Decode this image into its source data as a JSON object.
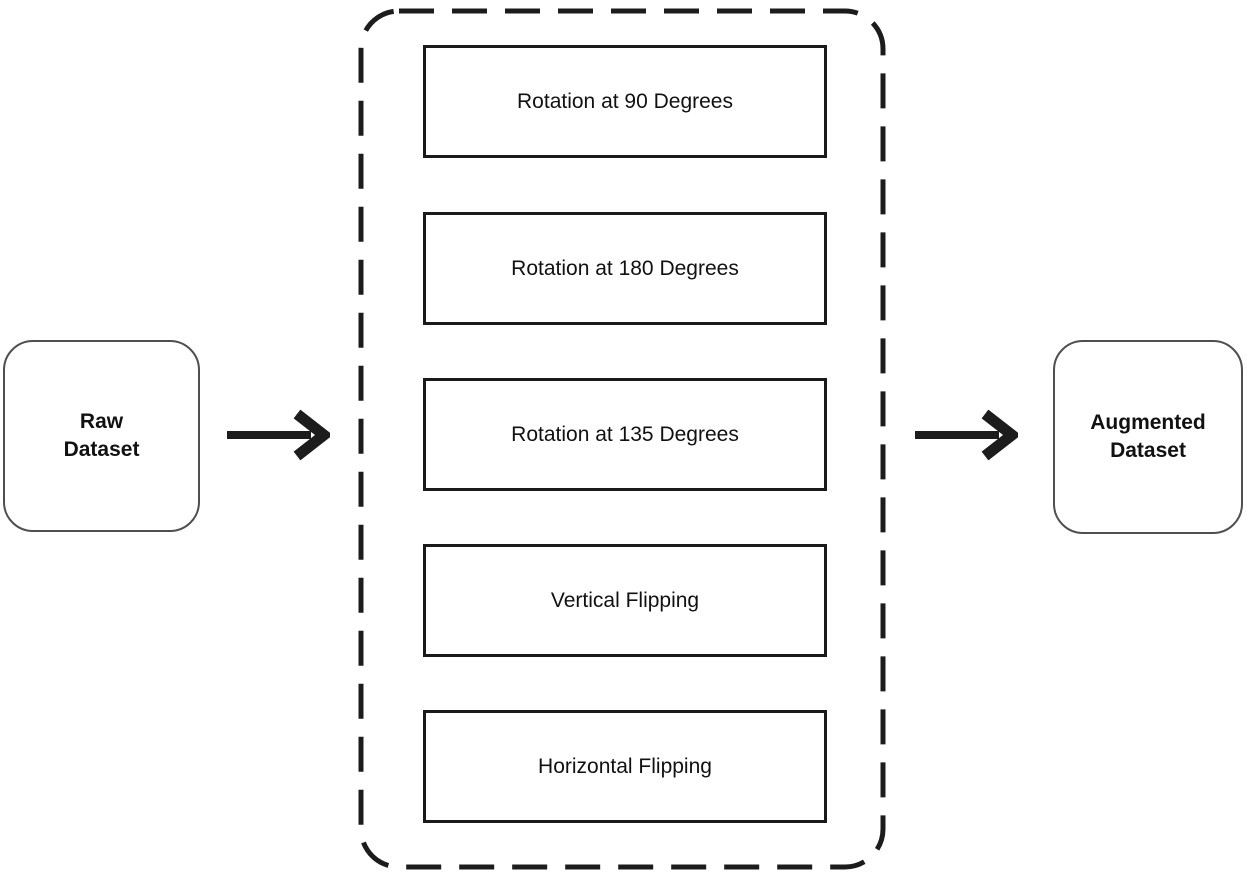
{
  "nodes": {
    "source": {
      "label": "Raw\nDataset"
    },
    "result": {
      "label": "Augmented\nDataset"
    }
  },
  "pipeline": {
    "operations": [
      {
        "label": "Rotation at 90 Degrees"
      },
      {
        "label": "Rotation at 180 Degrees"
      },
      {
        "label": "Rotation at 135 Degrees"
      },
      {
        "label": "Vertical Flipping"
      },
      {
        "label": "Horizontal Flipping"
      }
    ]
  },
  "icons": {
    "flow_arrow": "arrow-right-icon"
  },
  "colors": {
    "line": "#1c1c1c",
    "node_border": "#4f4f4f",
    "background": "#ffffff",
    "text": "#111111"
  }
}
